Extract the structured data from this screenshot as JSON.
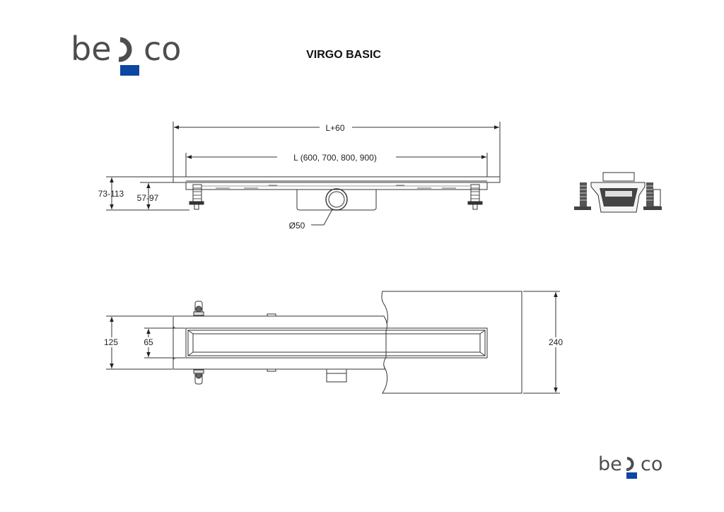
{
  "brand": {
    "prefix": "be",
    "suffix": "co",
    "text_color": "#4d4d4d",
    "accent_color": "#0d47a1"
  },
  "header": {
    "title": "VIRGO BASIC"
  },
  "side_view": {
    "overall_length_label": "L+60",
    "channel_length_label": "L (600, 700, 800, 900)",
    "total_height_label": "73-113",
    "channel_height_label": "57-97",
    "outlet_diameter_label": "Ø50"
  },
  "top_view": {
    "outer_width_label": "125",
    "grate_width_label": "65",
    "floor_width_label": "240"
  }
}
